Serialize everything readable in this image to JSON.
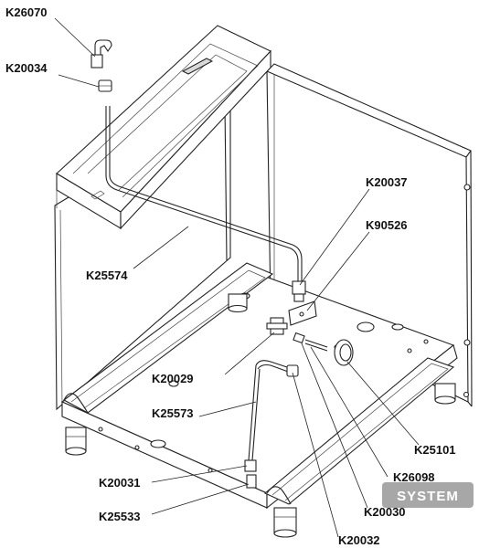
{
  "diagram": {
    "parts": [
      {
        "code": "K26070"
      },
      {
        "code": "K20034"
      },
      {
        "code": "K20037"
      },
      {
        "code": "K90526"
      },
      {
        "code": "K25574"
      },
      {
        "code": "K20029"
      },
      {
        "code": "K25573"
      },
      {
        "code": "K25101"
      },
      {
        "code": "K26098"
      },
      {
        "code": "K20031"
      },
      {
        "code": "K20030"
      },
      {
        "code": "K25533"
      },
      {
        "code": "K20032"
      }
    ],
    "watermark": "SYSTEM"
  }
}
